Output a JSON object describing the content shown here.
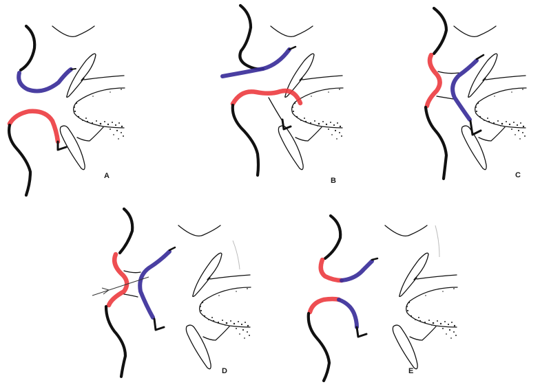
{
  "figure": {
    "type": "anatomical sagittal schematic sequence",
    "panels": [
      {
        "id": "A",
        "label": "A",
        "upper_segment_color": "blue",
        "lower_segment_color": "red",
        "state": "separated"
      },
      {
        "id": "B",
        "label": "B",
        "upper_segment_color": "blue",
        "lower_segment_color": "red",
        "state": "extended toward each other"
      },
      {
        "id": "C",
        "label": "C",
        "left_segment_color": "red",
        "right_segment_color": "blue",
        "state": "joined"
      },
      {
        "id": "D",
        "label": "D",
        "left_segment_color": "red",
        "right_segment_color": "blue",
        "state": "joined",
        "annotation": "arrow"
      },
      {
        "id": "E",
        "label": "E",
        "upper_segment_colors": [
          "red",
          "blue"
        ],
        "lower_segment_colors": [
          "red",
          "blue"
        ],
        "state": "separated, both colors per lip"
      }
    ]
  },
  "colors": {
    "blue": "#3b2f9a",
    "red": "#ec3b3f",
    "ink": "#111111",
    "background": "#ffffff"
  },
  "labels": {
    "a": "A",
    "b": "B",
    "c": "C",
    "d": "D",
    "e": "E"
  }
}
